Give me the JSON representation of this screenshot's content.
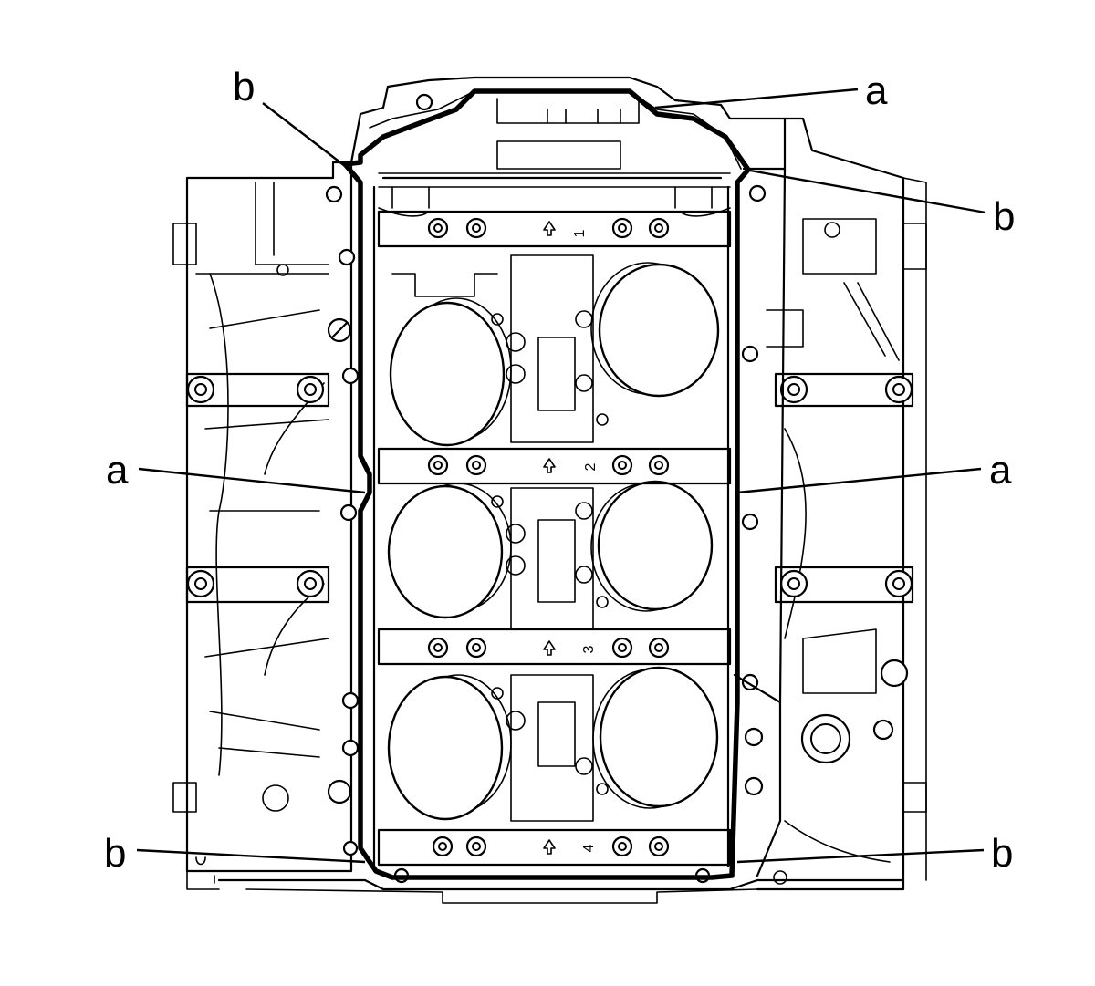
{
  "figure": {
    "callouts": [
      {
        "id": "a-top-right",
        "label": "a"
      },
      {
        "id": "b-top-left",
        "label": "b"
      },
      {
        "id": "b-top-right",
        "label": "b"
      },
      {
        "id": "a-mid-left",
        "label": "a"
      },
      {
        "id": "a-mid-right",
        "label": "a"
      },
      {
        "id": "b-bottom-left",
        "label": "b"
      },
      {
        "id": "b-bottom-right",
        "label": "b"
      }
    ],
    "bearing_cap_numbers": [
      "1",
      "2",
      "3",
      "4"
    ]
  }
}
